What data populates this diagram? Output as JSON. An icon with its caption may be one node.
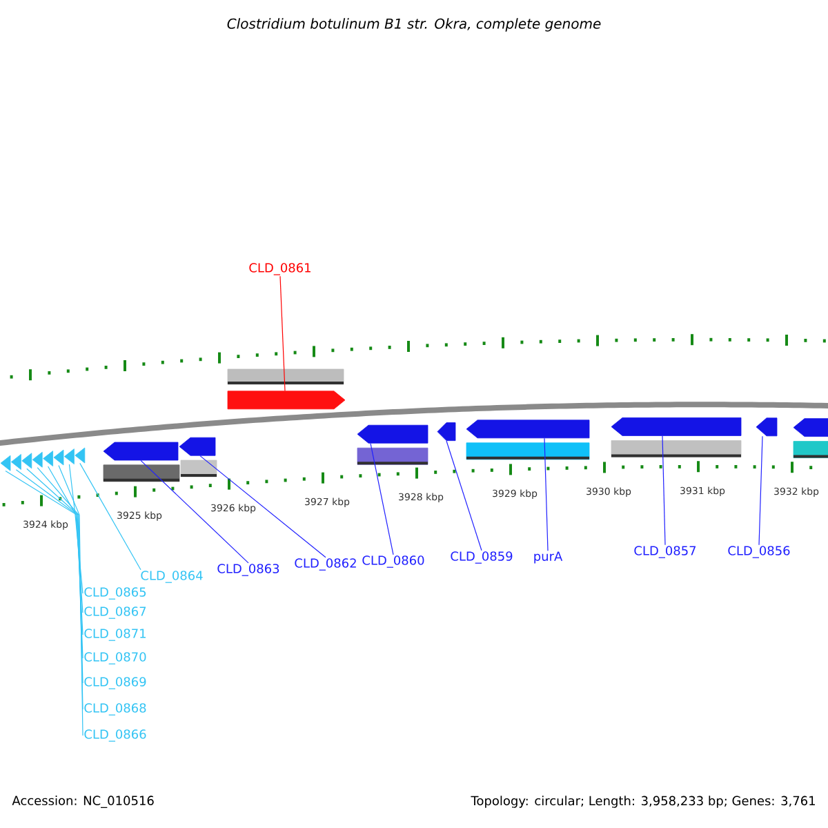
{
  "diagram": {
    "title": "Clostridium botulinum B1 str. Okra, complete genome",
    "nodes": [
      {
        "text": [
          "CLD_0861"
        ]
      },
      {
        "text": [],
        "shape": "bar"
      },
      {
        "text": [],
        "shape": "pentagon"
      },
      {
        "text": [],
        "shape": "triangle"
      },
      {
        "text": [],
        "shape": "triangle"
      },
      {
        "text": [],
        "shape": "triangle"
      },
      {
        "text": [],
        "shape": "triangle"
      },
      {
        "text": [],
        "shape": "triangle"
      },
      {
        "text": [],
        "shape": "triangle"
      },
      {
        "text": [],
        "shape": "triangle"
      },
      {
        "text": [],
        "shape": "triangle"
      },
      {
        "text": [],
        "shape": "pentagon"
      },
      {
        "text": [],
        "shape": "bar"
      },
      {
        "text": [],
        "shape": "pentagon"
      },
      {
        "text": [],
        "shape": "bar"
      },
      {
        "text": [],
        "shape": "pentagon"
      },
      {
        "text": [],
        "shape": "bar"
      },
      {
        "text": [],
        "shape": "pentagon"
      },
      {
        "text": [],
        "shape": "pentagon"
      },
      {
        "text": [],
        "shape": "bar"
      },
      {
        "text": [],
        "shape": "pentagon"
      },
      {
        "text": [],
        "shape": "bar"
      },
      {
        "text": [],
        "shape": "pentagon"
      },
      {
        "text": [],
        "shape": "pentagon"
      },
      {
        "text": [],
        "shape": "bar"
      },
      {
        "text": [
          "CLD_0863"
        ]
      },
      {
        "text": [
          "CLD_0862"
        ]
      },
      {
        "text": [
          "CLD_0860"
        ]
      },
      {
        "text": [
          "CLD_0859"
        ]
      },
      {
        "text": [
          "purA"
        ]
      },
      {
        "text": [
          "CLD_0857"
        ]
      },
      {
        "text": [
          "CLD_0856"
        ]
      },
      {
        "text": [
          "CLD_0864"
        ]
      },
      {
        "text": [
          "CLD_0865"
        ]
      },
      {
        "text": [
          "CLD_0867"
        ]
      },
      {
        "text": [
          "CLD_0871"
        ]
      },
      {
        "text": [
          "CLD_0870"
        ]
      },
      {
        "text": [
          "CLD_0869"
        ]
      },
      {
        "text": [
          "CLD_0868"
        ]
      },
      {
        "text": [
          "CLD_0866"
        ]
      }
    ],
    "edges": [
      {
        "from": 0,
        "to": 2,
        "arrow": "none",
        "color": "#ff0000"
      },
      {
        "from": 25,
        "to": 11,
        "arrow": "none",
        "color": "#2020ff"
      },
      {
        "from": 26,
        "to": 13,
        "arrow": "none",
        "color": "#2020ff"
      },
      {
        "from": 27,
        "to": 15,
        "arrow": "none",
        "color": "#2020ff"
      },
      {
        "from": 28,
        "to": 17,
        "arrow": "none",
        "color": "#2020ff"
      },
      {
        "from": 29,
        "to": 18,
        "arrow": "none",
        "color": "#2020ff"
      },
      {
        "from": 30,
        "to": 20,
        "arrow": "none",
        "color": "#2020ff"
      },
      {
        "from": 31,
        "to": 22,
        "arrow": "none",
        "color": "#2020ff"
      },
      {
        "from": 32,
        "to": 10,
        "arrow": "none"
      },
      {
        "from": 33,
        "to": 9,
        "arrow": "none"
      },
      {
        "from": 34,
        "to": 7,
        "arrow": "none"
      },
      {
        "from": 35,
        "to": 3,
        "arrow": "none"
      },
      {
        "from": 36,
        "to": 4,
        "arrow": "none"
      },
      {
        "from": 37,
        "to": 5,
        "arrow": "none"
      },
      {
        "from": 38,
        "to": 6,
        "arrow": "none"
      },
      {
        "from": 39,
        "to": 8,
        "arrow": "none"
      }
    ],
    "labels": [
      "3924 kbp",
      "3925 kbp",
      "3926 kbp",
      "3927 kbp",
      "3928 kbp",
      "3929 kbp",
      "3930 kbp",
      "3931 kbp",
      "3932 kbp",
      "Accession: NC_010516",
      "Topology: circular; Length: 3,958,233 bp; Genes: 3,761"
    ]
  }
}
